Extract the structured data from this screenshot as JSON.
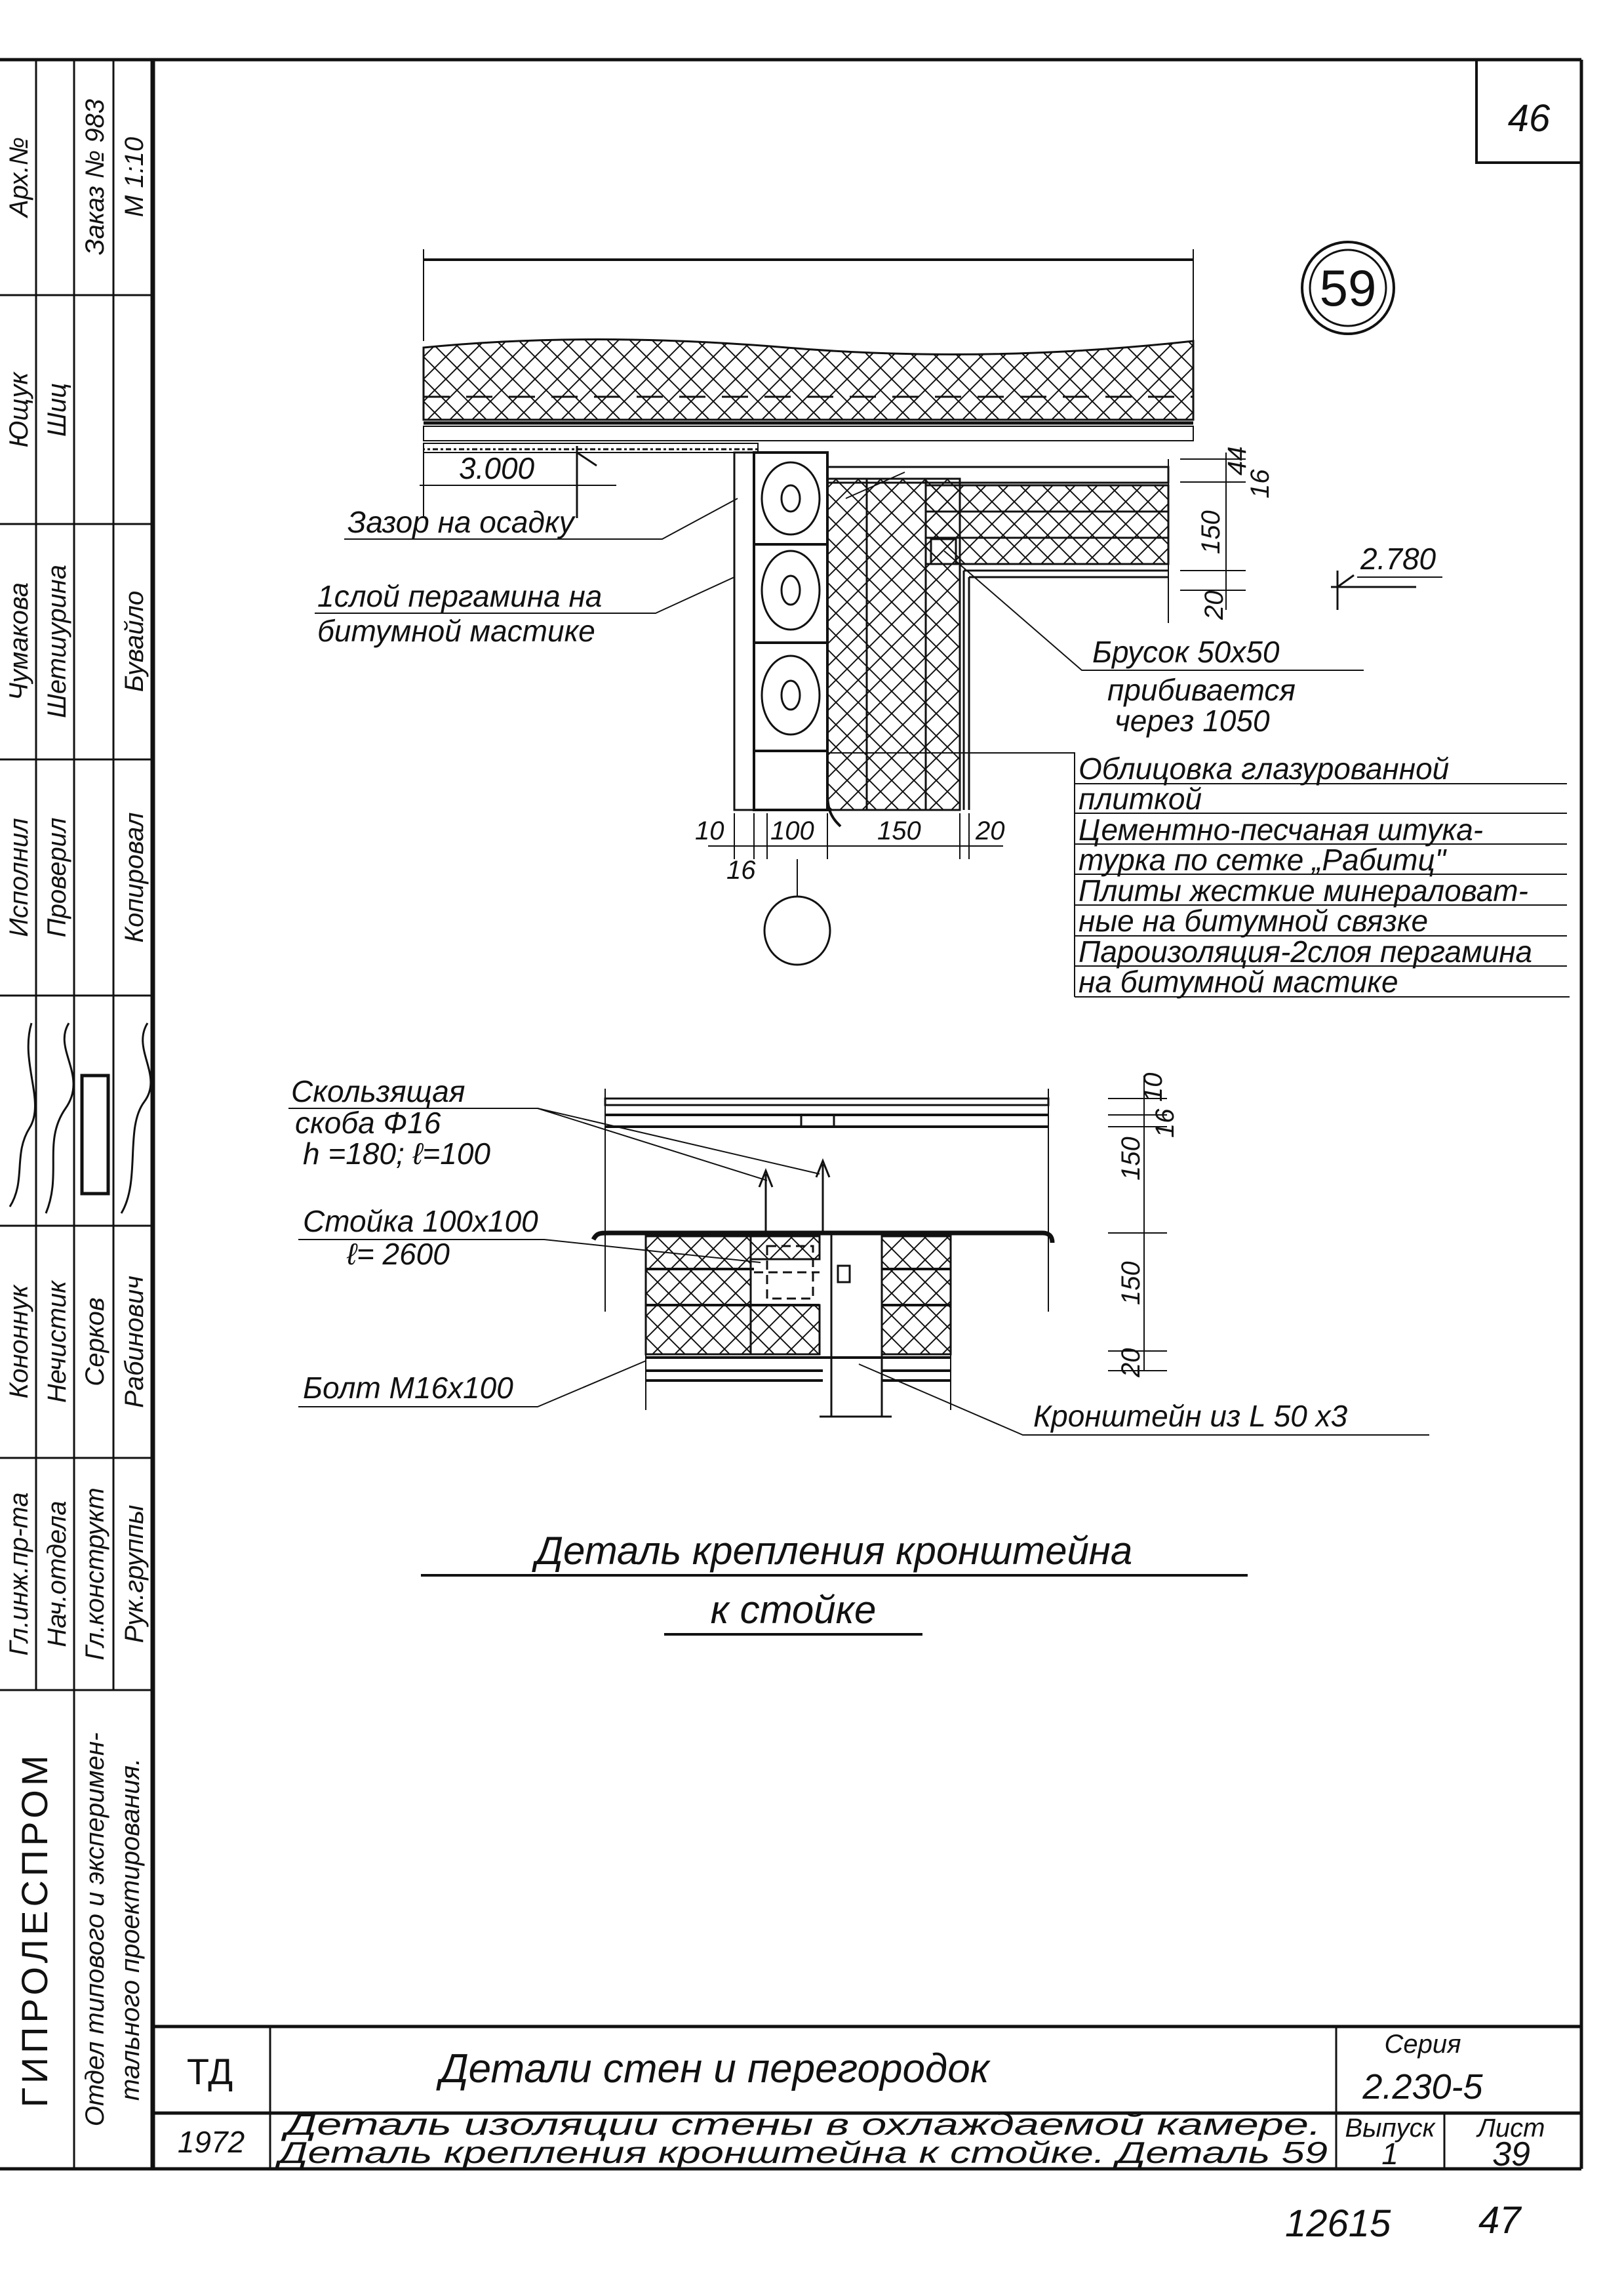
{
  "sheet": {
    "page_number_top": "46",
    "detail_marker": "59",
    "stamp_codes": [
      "12615",
      "47"
    ]
  },
  "stamp_column": {
    "rows": [
      [
        "Арх.№",
        "",
        "Заказ № 983",
        "М 1:10"
      ],
      [
        "Ющук",
        "Шиц",
        "",
        ""
      ],
      [
        "Чумакова",
        "Шетшурина",
        "",
        "Бувайло"
      ],
      [
        "Исполнил",
        "Проверил",
        "",
        "Копировал"
      ],
      [
        "",
        "",
        "",
        ""
      ],
      [
        "Кононнук",
        "Нечистик",
        "Серков",
        "Рабинович"
      ],
      [
        "Гл.инж.пр-та",
        "Нач.отдела",
        "Гл.конструкт",
        "Рук.группы"
      ]
    ],
    "organization": "ГИПРОЛЕСПРОМ",
    "department_line1": "Отдел типового и эксперимен-",
    "department_line2": "тального проектирования."
  },
  "detail_59": {
    "level_top": "3.000",
    "level_bottom": "2.780",
    "gap_label": "Зазор на осадку",
    "membrane_line1": "1слой пергамина на",
    "membrane_line2": "битумной мастике",
    "bar_line1": "Брусок 50х50",
    "bar_line2": "прибивается",
    "bar_line3": "через 1050",
    "dims_right": [
      "44",
      "16",
      "150",
      "20"
    ],
    "dims_bottom": [
      "10",
      "16",
      "100",
      "150",
      "20"
    ],
    "legend": [
      "Облицовка глазурованной",
      "плиткой",
      "Цементно-песчаная штука-",
      "турка по сетке „Рабитц\"",
      "Плиты жесткие минераловат-",
      "ные на битумной связке",
      "Пароизоляция-2слоя пергамина",
      "на битумной мастике"
    ]
  },
  "bracket_detail": {
    "clip_line1": "Скользящая",
    "clip_line2": "скоба Ф16",
    "clip_line3": "h =180; ℓ=100",
    "post_line1": "Стойка 100х100",
    "post_line2": "ℓ= 2600",
    "bolt": "Болт М16х100",
    "bracket": "Кронштейн из L 50 х3",
    "dims": [
      "10",
      "16",
      "150",
      "150",
      "20"
    ],
    "caption_line1": "Деталь крепления кронштейна",
    "caption_line2": "к стойке"
  },
  "title_block": {
    "code": "ТД",
    "title": "Детали стен и перегородок",
    "series_label": "Серия",
    "series_value": "2.230-5",
    "year": "1972",
    "subtitle_line1": "Деталь изоляции стены в охлаждаемой камере.",
    "subtitle_line2": "Деталь крепления кронштейна к стойке. Деталь 59",
    "issue_label": "Выпуск",
    "issue_value": "1",
    "sheet_label": "Лист",
    "sheet_value": "39"
  }
}
